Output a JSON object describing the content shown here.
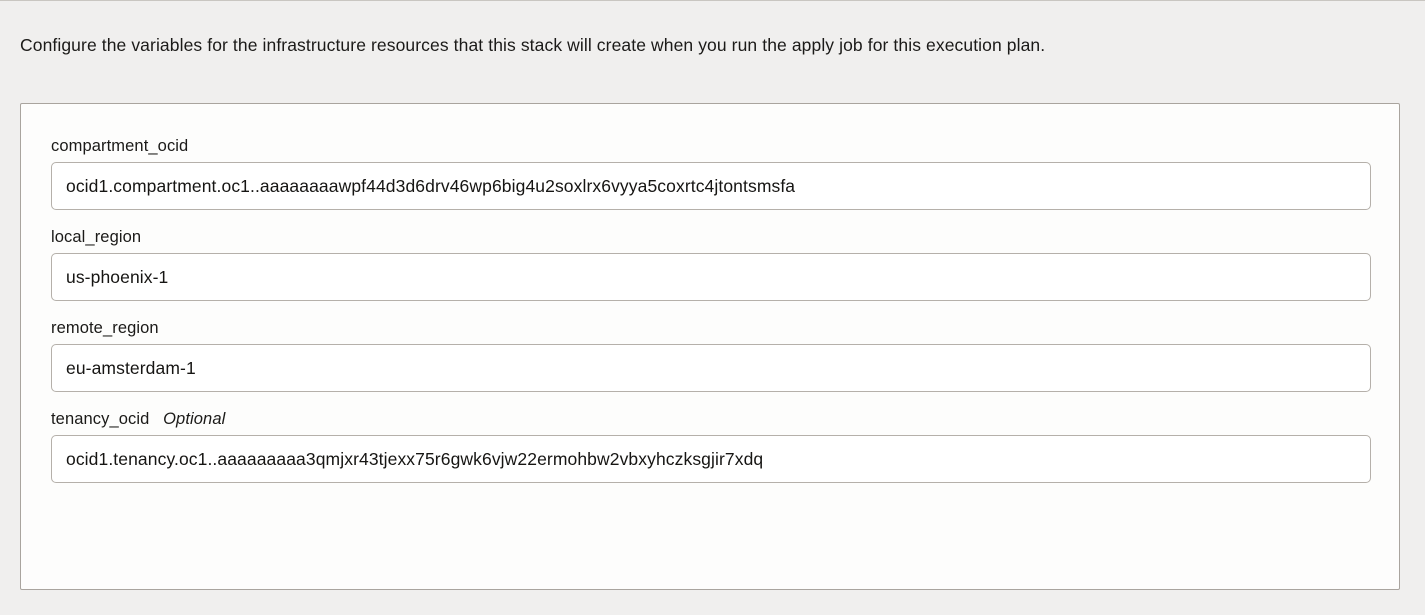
{
  "intro": {
    "text": "Configure the variables for the infrastructure resources that this stack will create when you run the apply job for this execution plan."
  },
  "form": {
    "optional_tag": "Optional",
    "fields": [
      {
        "label": "compartment_ocid",
        "value": "ocid1.compartment.oc1..aaaaaaaawpf44d3d6drv46wp6big4u2soxlrx6vyya5coxrtc4jtontsmsfa",
        "placeholder": "",
        "optional": false
      },
      {
        "label": "local_region",
        "value": "us-phoenix-1",
        "placeholder": "",
        "optional": false
      },
      {
        "label": "remote_region",
        "value": "eu-amsterdam-1",
        "placeholder": "",
        "optional": false
      },
      {
        "label": "tenancy_ocid",
        "value": "ocid1.tenancy.oc1..aaaaaaaaa3qmjxr43tjexx75r6gwk6vjw22ermohbw2vbxyhczksgjir7xdq",
        "placeholder": "",
        "optional": true
      }
    ]
  },
  "colors": {
    "page_background": "#f0efee",
    "card_background": "#fdfdfc",
    "card_border": "#a9a49e",
    "input_border": "#b5b0aa",
    "text": "#161513"
  }
}
